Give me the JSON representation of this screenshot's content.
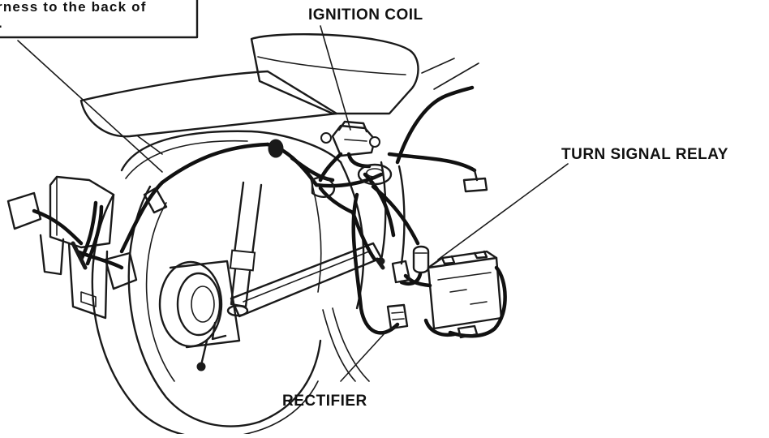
{
  "labels": {
    "ignition_coil": "IGNITION COIL",
    "turn_signal_relay": "TURN SIGNAL RELAY",
    "rectifier": "RECTIFIER"
  },
  "note_box": {
    "line1": "rness to the back of",
    "line2": "."
  }
}
